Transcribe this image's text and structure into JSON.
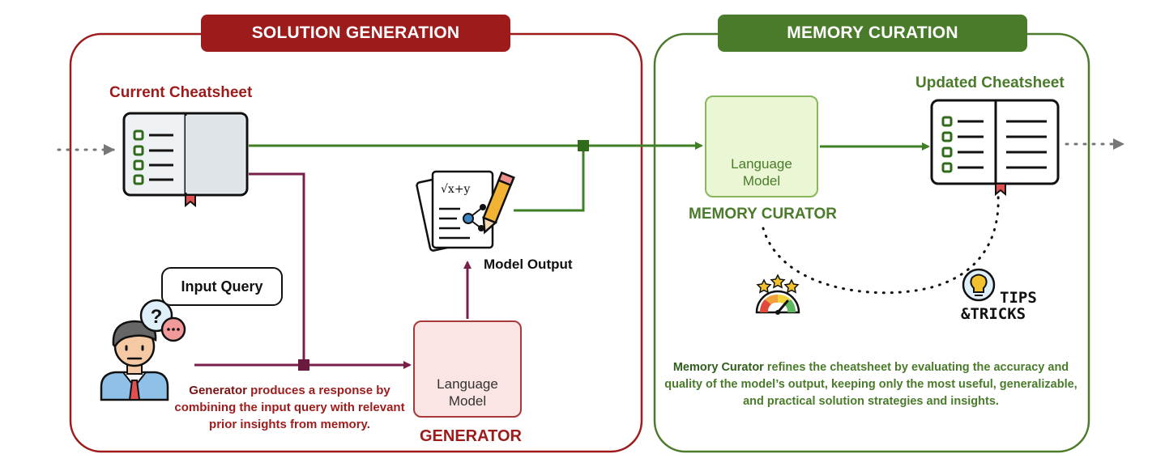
{
  "solution_panel": {
    "banner": "SOLUTION GENERATION",
    "current_cheatsheet_label": "Current Cheatsheet",
    "input_query_label": "Input Query",
    "model_output_label": "Model Output",
    "generator_box_label": "Language Model",
    "generator_label": "GENERATOR",
    "caption_lead": "Generator",
    "caption_rest": " produces a response by combining the input query with relevant prior insights from memory."
  },
  "curation_panel": {
    "banner": "MEMORY CURATION",
    "updated_cheatsheet_label": "Updated Cheatsheet",
    "curator_box_label": "Language Model",
    "curator_label": "MEMORY CURATOR",
    "tips_line1": "TIPS",
    "tips_line2": "&TRICKS",
    "caption_lead": "Memory Curator",
    "caption_rest": " refines the cheatsheet by evaluating the accuracy and quality of the model’s output, keeping only the most useful, generalizable, and practical solution strategies and insights."
  },
  "formula_text": "√x+y",
  "icons": [
    "cheatsheet-book-icon",
    "user-icon",
    "question-bubble-icon",
    "chat-bubble-icon",
    "document-formula-icon",
    "pencil-icon",
    "brain-head-icon",
    "lightbulb-head-icon",
    "rating-gauge-icon",
    "tips-bulb-icon"
  ],
  "colors": {
    "solution_red": "#9e1b1b",
    "curation_green": "#4a7b2a",
    "query_path_purple": "#7a1f4a",
    "flow_green": "#3f7f25",
    "generator_fill": "#fbe4e4",
    "curator_fill": "#eaf6d4"
  }
}
